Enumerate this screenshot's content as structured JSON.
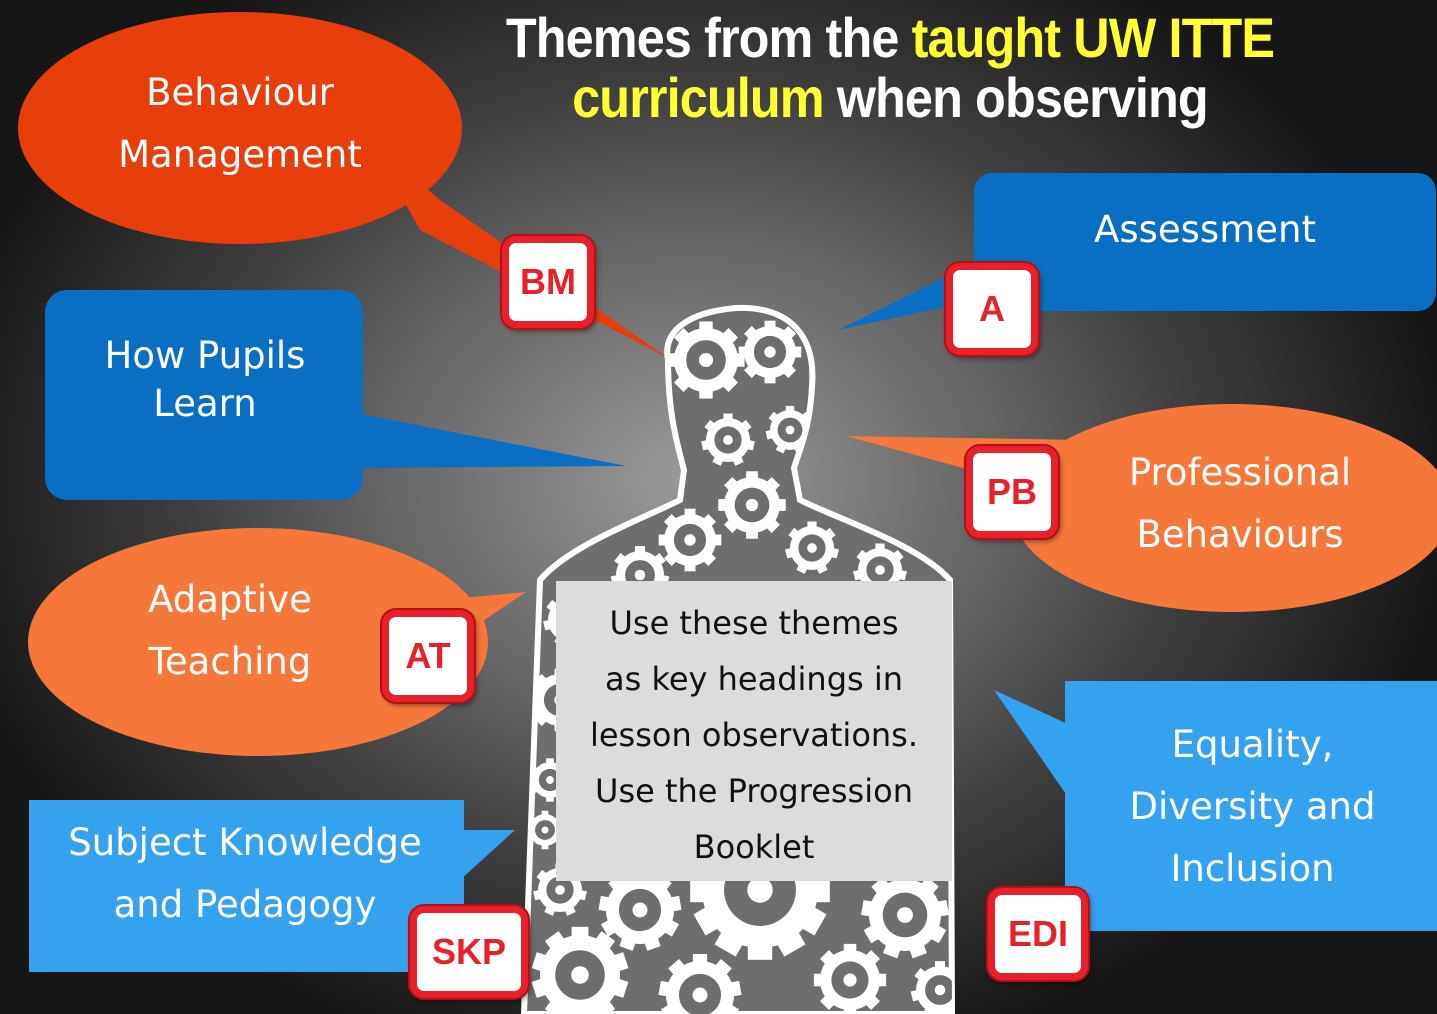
{
  "title": {
    "part1": "Themes from the",
    "highlight": "taught UW ITTE curriculum",
    "part2": "when observing",
    "text_color": "#ffffff",
    "highlight_color": "#ffff33"
  },
  "themes": [
    {
      "key": "bm",
      "label_lines": [
        "Behaviour",
        "Management"
      ],
      "badge": "BM",
      "color": "#e83e0c",
      "shape": "ellipse"
    },
    {
      "key": "a",
      "label_lines": [
        "Assessment"
      ],
      "badge": "A",
      "color": "#0a6fc2",
      "shape": "rounded-rect"
    },
    {
      "key": "hpl",
      "label_lines": [
        "How Pupils",
        "Learn"
      ],
      "badge": "",
      "color": "#0a6fc2",
      "shape": "rounded-rect"
    },
    {
      "key": "pb",
      "label_lines": [
        "Professional",
        "Behaviours"
      ],
      "badge": "PB",
      "color": "#f5783a",
      "shape": "ellipse"
    },
    {
      "key": "at",
      "label_lines": [
        "Adaptive",
        "Teaching"
      ],
      "badge": "AT",
      "color": "#f5783a",
      "shape": "ellipse"
    },
    {
      "key": "edi",
      "label_lines": [
        "Equality,",
        "Diversity and",
        "Inclusion"
      ],
      "badge": "EDI",
      "color": "#35a2f0",
      "shape": "rect"
    },
    {
      "key": "skp",
      "label_lines": [
        "Subject Knowledge",
        "and Pedagogy"
      ],
      "badge": "SKP",
      "color": "#35a2f0",
      "shape": "rect"
    }
  ],
  "note": {
    "lines": [
      "Use these themes",
      "as key headings in",
      "lesson observations.",
      "Use the Progression",
      "Booklet"
    ],
    "background": "#dcdcdc"
  },
  "figure": {
    "icon": "gear-head-person-icon"
  }
}
